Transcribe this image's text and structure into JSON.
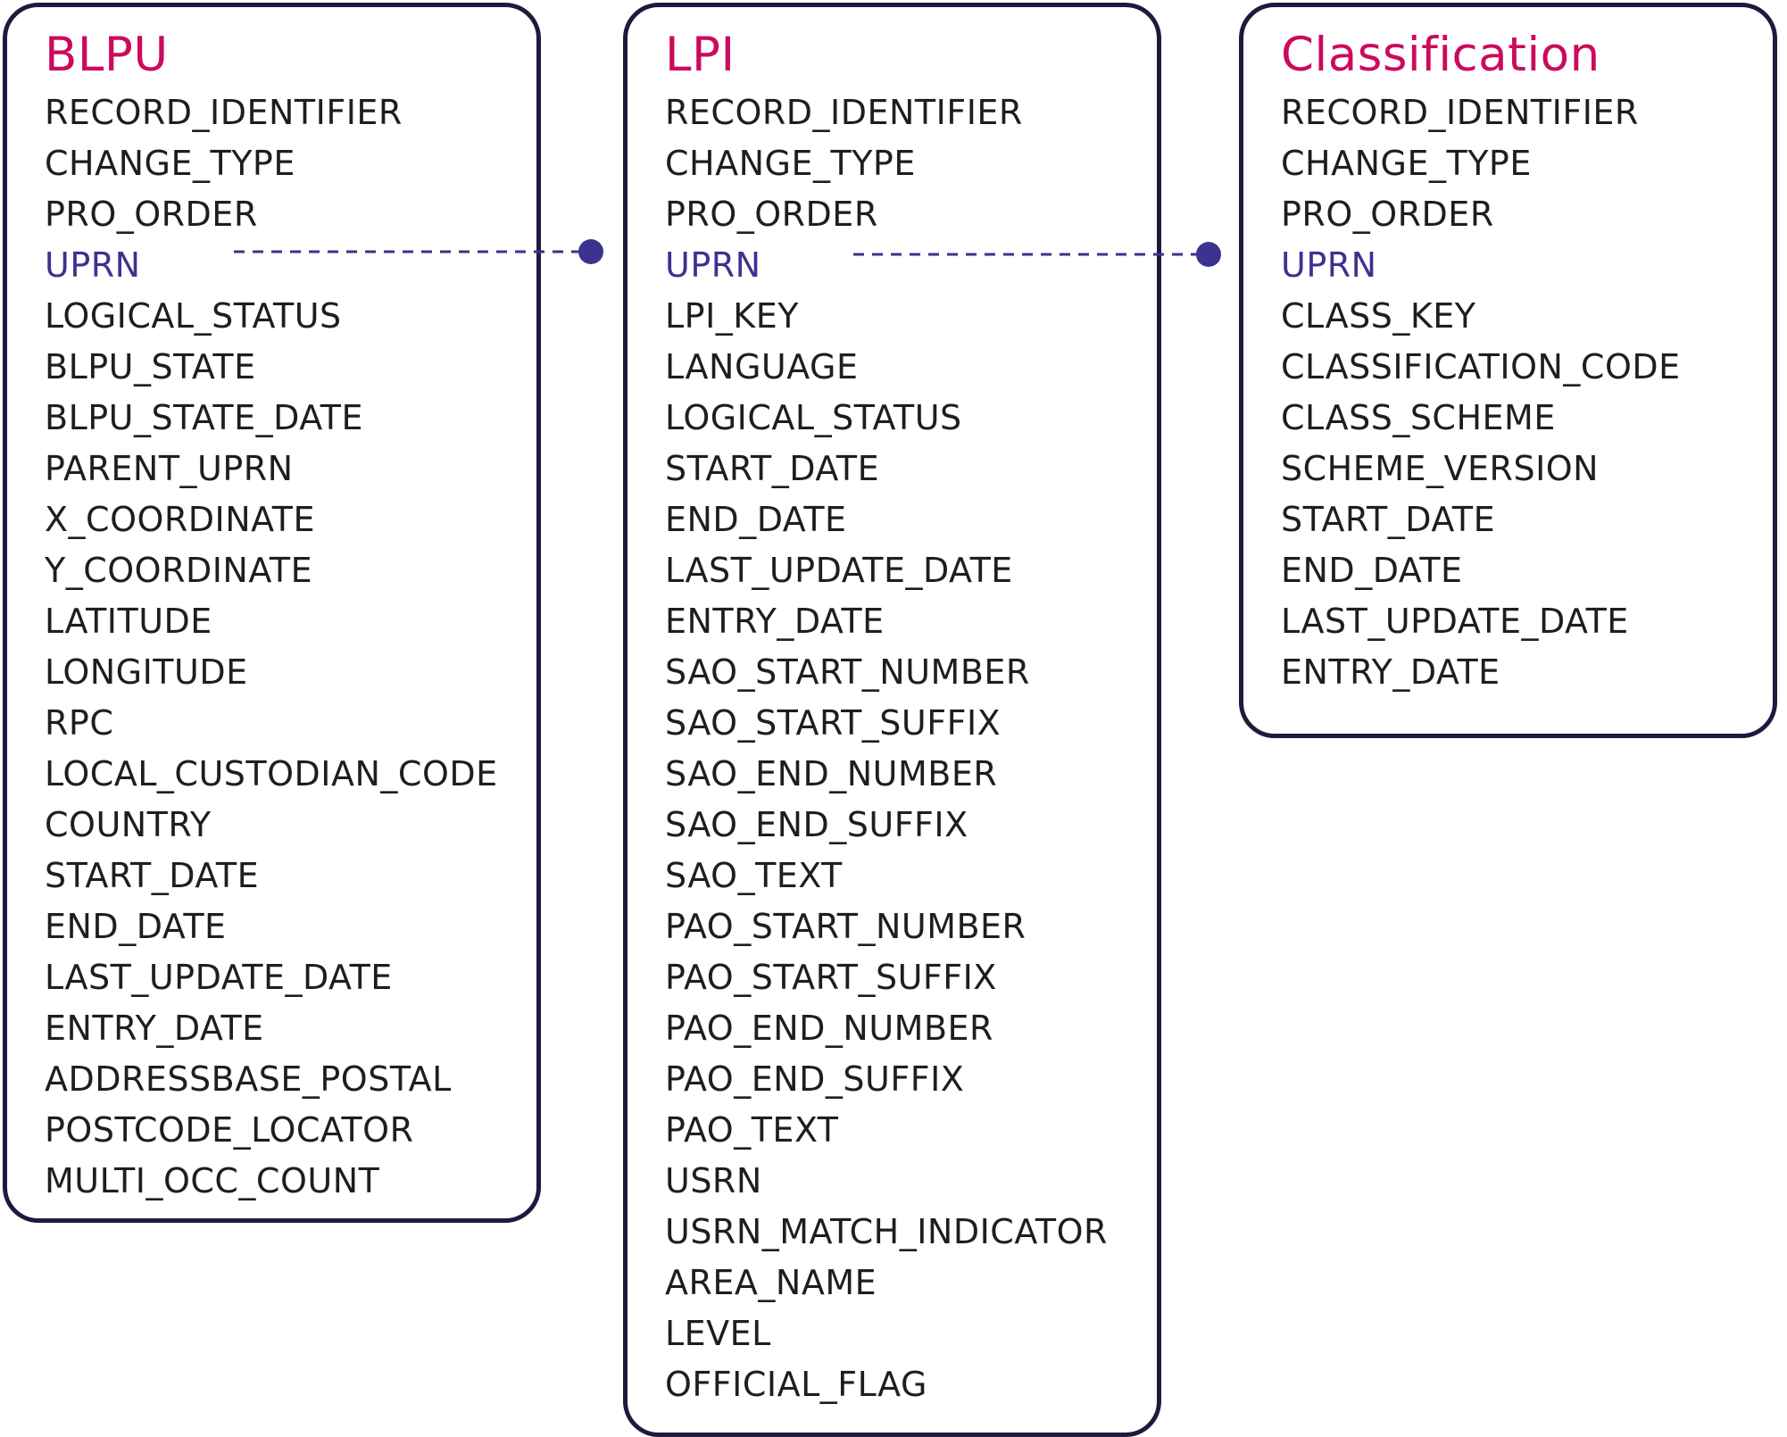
{
  "entities": {
    "blpu": {
      "title": "BLPU",
      "fields": [
        "RECORD_IDENTIFIER",
        "CHANGE_TYPE",
        "PRO_ORDER",
        "UPRN",
        "LOGICAL_STATUS",
        "BLPU_STATE",
        "BLPU_STATE_DATE",
        "PARENT_UPRN",
        "X_COORDINATE",
        "Y_COORDINATE",
        "LATITUDE",
        "LONGITUDE",
        "RPC",
        "LOCAL_CUSTODIAN_CODE",
        "COUNTRY",
        "START_DATE",
        "END_DATE",
        "LAST_UPDATE_DATE",
        "ENTRY_DATE",
        "ADDRESSBASE_POSTAL",
        "POSTCODE_LOCATOR",
        "MULTI_OCC_COUNT"
      ]
    },
    "lpi": {
      "title": "LPI",
      "fields": [
        "RECORD_IDENTIFIER",
        "CHANGE_TYPE",
        "PRO_ORDER",
        "UPRN",
        "LPI_KEY",
        "LANGUAGE",
        "LOGICAL_STATUS",
        "START_DATE",
        "END_DATE",
        "LAST_UPDATE_DATE",
        "ENTRY_DATE",
        "SAO_START_NUMBER",
        "SAO_START_SUFFIX",
        "SAO_END_NUMBER",
        "SAO_END_SUFFIX",
        "SAO_TEXT",
        "PAO_START_NUMBER",
        "PAO_START_SUFFIX",
        "PAO_END_NUMBER",
        "PAO_END_SUFFIX",
        "PAO_TEXT",
        "USRN",
        "USRN_MATCH_INDICATOR",
        "AREA_NAME",
        "LEVEL",
        "OFFICIAL_FLAG"
      ]
    },
    "classification": {
      "title": "Classification",
      "fields": [
        "RECORD_IDENTIFIER",
        "CHANGE_TYPE",
        "PRO_ORDER",
        "UPRN",
        "CLASS_KEY",
        "CLASSIFICATION_CODE",
        "CLASS_SCHEME",
        "SCHEME_VERSION",
        "START_DATE",
        "END_DATE",
        "LAST_UPDATE_DATE",
        "ENTRY_DATE"
      ]
    }
  },
  "key_field": "UPRN",
  "colors": {
    "title": "#cc0a5d",
    "key_field": "#3c3290",
    "field_text": "#1e1e1e",
    "border": "#1f1a3d",
    "connector": "#3c3290"
  }
}
